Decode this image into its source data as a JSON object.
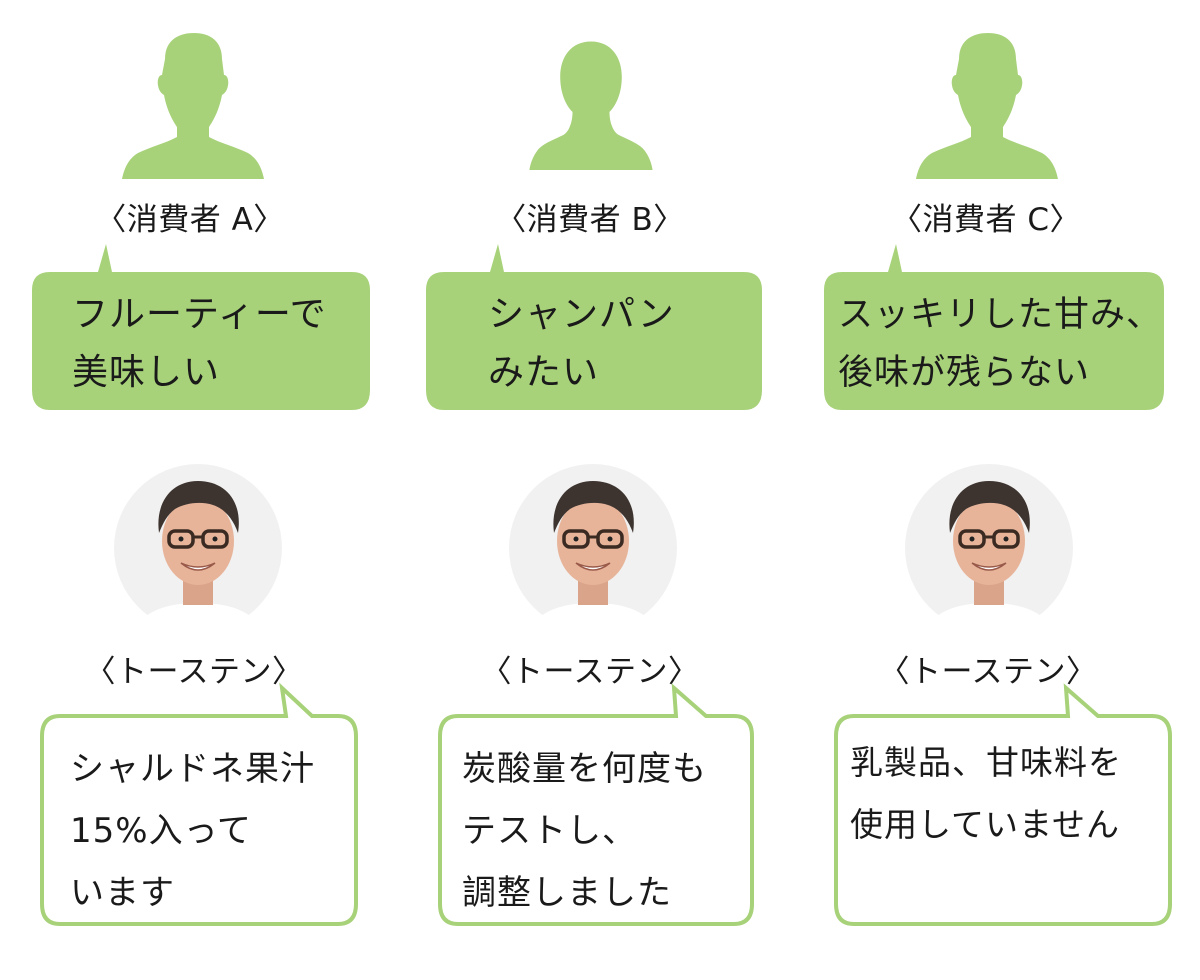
{
  "consumers": [
    {
      "label": "〈消費者 A〉",
      "comment": "フルーティーで\n美味しい",
      "avatar": "male-silhouette-icon"
    },
    {
      "label": "〈消費者 B〉",
      "comment": "シャンパン\nみたい",
      "avatar": "female-silhouette-icon"
    },
    {
      "label": "〈消費者 C〉",
      "comment": "スッキリした甘み、\n後味が残らない",
      "avatar": "male-silhouette-icon"
    }
  ],
  "responses": [
    {
      "label": "〈トーステン〉",
      "reply": "シャルドネ果汁\n15%入って\nいます"
    },
    {
      "label": "〈トーステン〉",
      "reply": "炭酸量を何度も\nテストし、\n調整しました"
    },
    {
      "label": "〈トーステン〉",
      "reply": "乳製品、甘味料を\n使用していません"
    }
  ],
  "colors": {
    "accent": "#a8d27a",
    "outline": "#a8d27a",
    "text": "#1a1a1a"
  }
}
